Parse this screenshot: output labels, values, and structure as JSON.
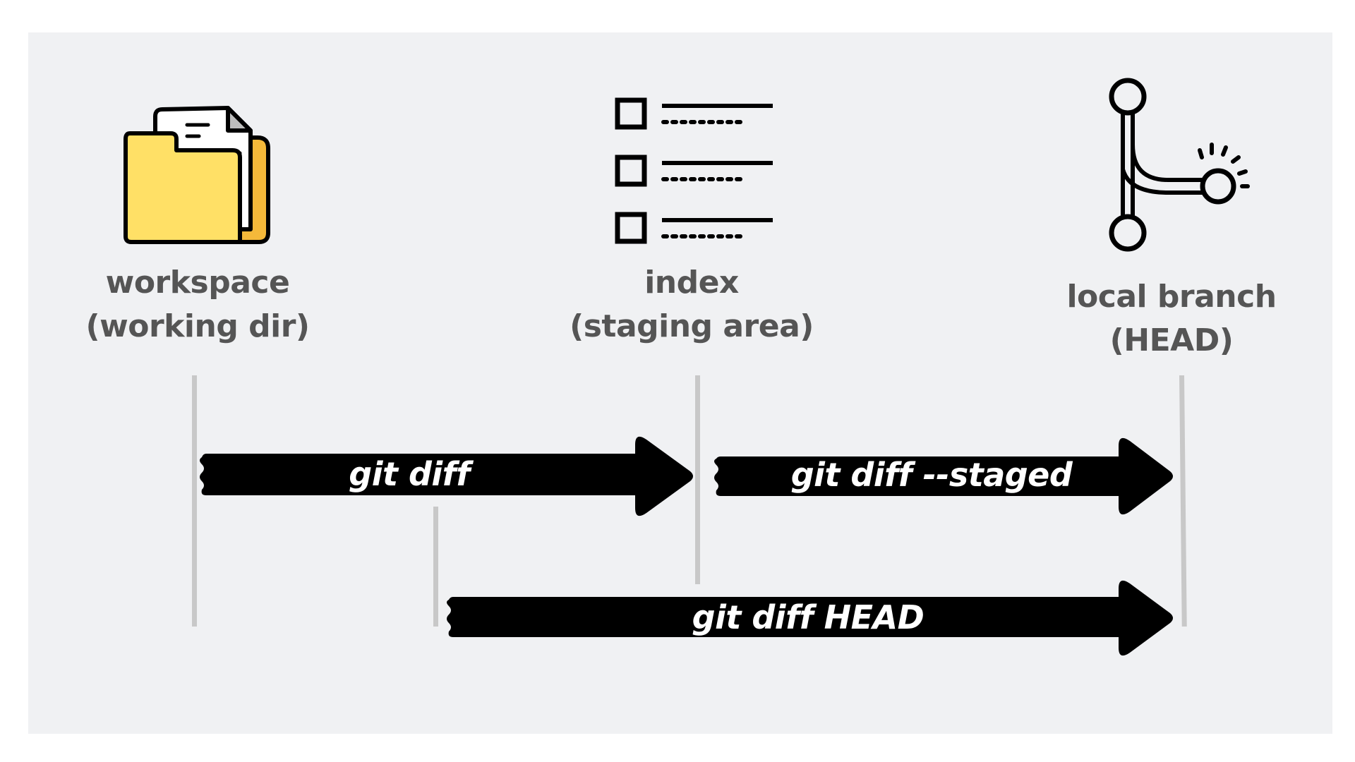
{
  "nodes": {
    "workspace": {
      "line1": "workspace",
      "line2": "(working dir)"
    },
    "index": {
      "line1": "index",
      "line2": "(staging area)"
    },
    "branch": {
      "line1": "local branch",
      "line2": "(HEAD)"
    }
  },
  "arrows": {
    "diff": {
      "label": "git diff"
    },
    "staged": {
      "label": "git diff --staged"
    },
    "head": {
      "label": "git diff HEAD"
    }
  },
  "icons": {
    "workspace": "folder-with-document-icon",
    "index": "checklist-icon",
    "branch": "git-branch-icon"
  },
  "colors": {
    "background": "#f0f1f3",
    "label_text": "#555555",
    "arrow_fill": "#000000",
    "arrow_text": "#ffffff",
    "folder_front": "#ffe066",
    "folder_back": "#f5b93a",
    "divider": "#c8c8c8"
  }
}
